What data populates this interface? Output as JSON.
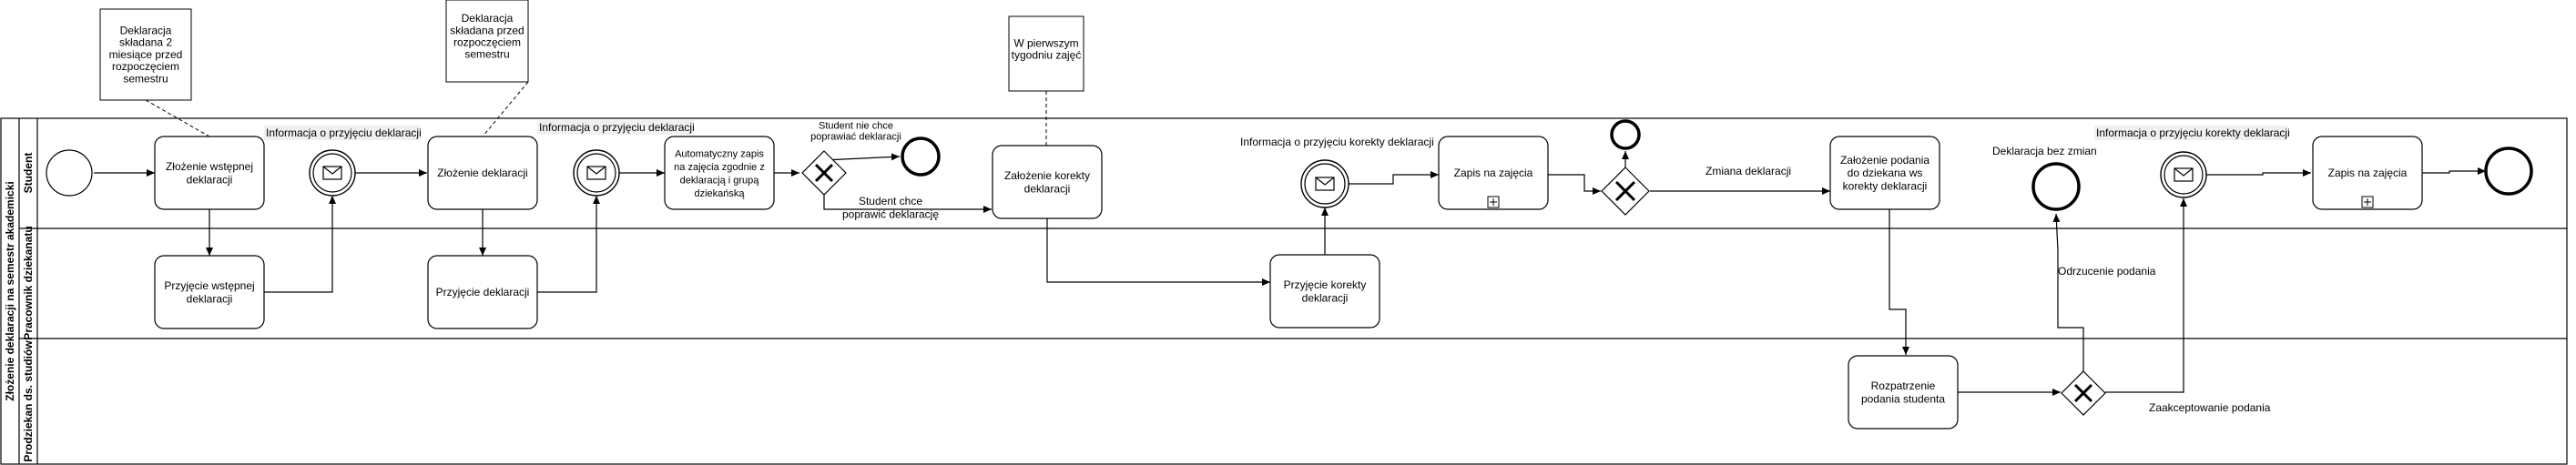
{
  "colors": {
    "stroke": "#000000",
    "background": "#ffffff",
    "label_bg": "#f0f0f0"
  },
  "pool": {
    "title": "Złożenie deklaracji na semestr akademicki"
  },
  "lanes": [
    {
      "id": "student",
      "title": "Student"
    },
    {
      "id": "pracownik",
      "title": "Pracownik dziekanatu"
    },
    {
      "id": "prodziekan",
      "title": "Prodziekan ds. studiów"
    }
  ],
  "annotations": [
    "Deklaracja\nskładana 2\nmiesiące przed\nrozpoczęciem\nsemestru",
    "Deklaracja\nskładana przed\nrozpoczęciem\nsemestru",
    "W pierwszym\ntygodniu zajęć"
  ],
  "tasks": {
    "t1": "Złożenie wstępnej\ndeklaracji",
    "t2": "Przyjęcie wstępnej\ndeklaracji",
    "t3": "Złożenie deklaracji",
    "t4": "Przyjęcie deklaracji",
    "t5": "Automatyczny zapis\nna zajęcia zgodnie z\ndeklaracją i grupą\ndziekańską",
    "t6": "Założenie korekty\ndeklaracji",
    "t7": "Przyjęcie korekty\ndeklaracji",
    "t8": "Zapis na zajęcia",
    "t9": "Założenie podania\ndo dziekana ws\nkorekty deklaracji",
    "t10": "Rozpatrzenie\npodania studenta",
    "t11": "Zapis na zajęcia"
  },
  "labels": {
    "msg1": "Informacja o przyjęciu deklaracji",
    "msg2": "Informacja o przyjęciu deklaracji",
    "no_fix": "Student nie chce\npoprawiać deklaracji",
    "wants_fix": "Student chce\npoprawić deklarację",
    "msg3": "Informacja o przyjęciu korekty deklaracji",
    "change": "Zmiana deklaracji",
    "no_change": "Deklaracja bez zmian",
    "rejected": "Odrzucenie podania",
    "accepted": "Zaakceptowanie podania",
    "msg4": "Informacja o przyjęciu korekty deklaracji"
  }
}
